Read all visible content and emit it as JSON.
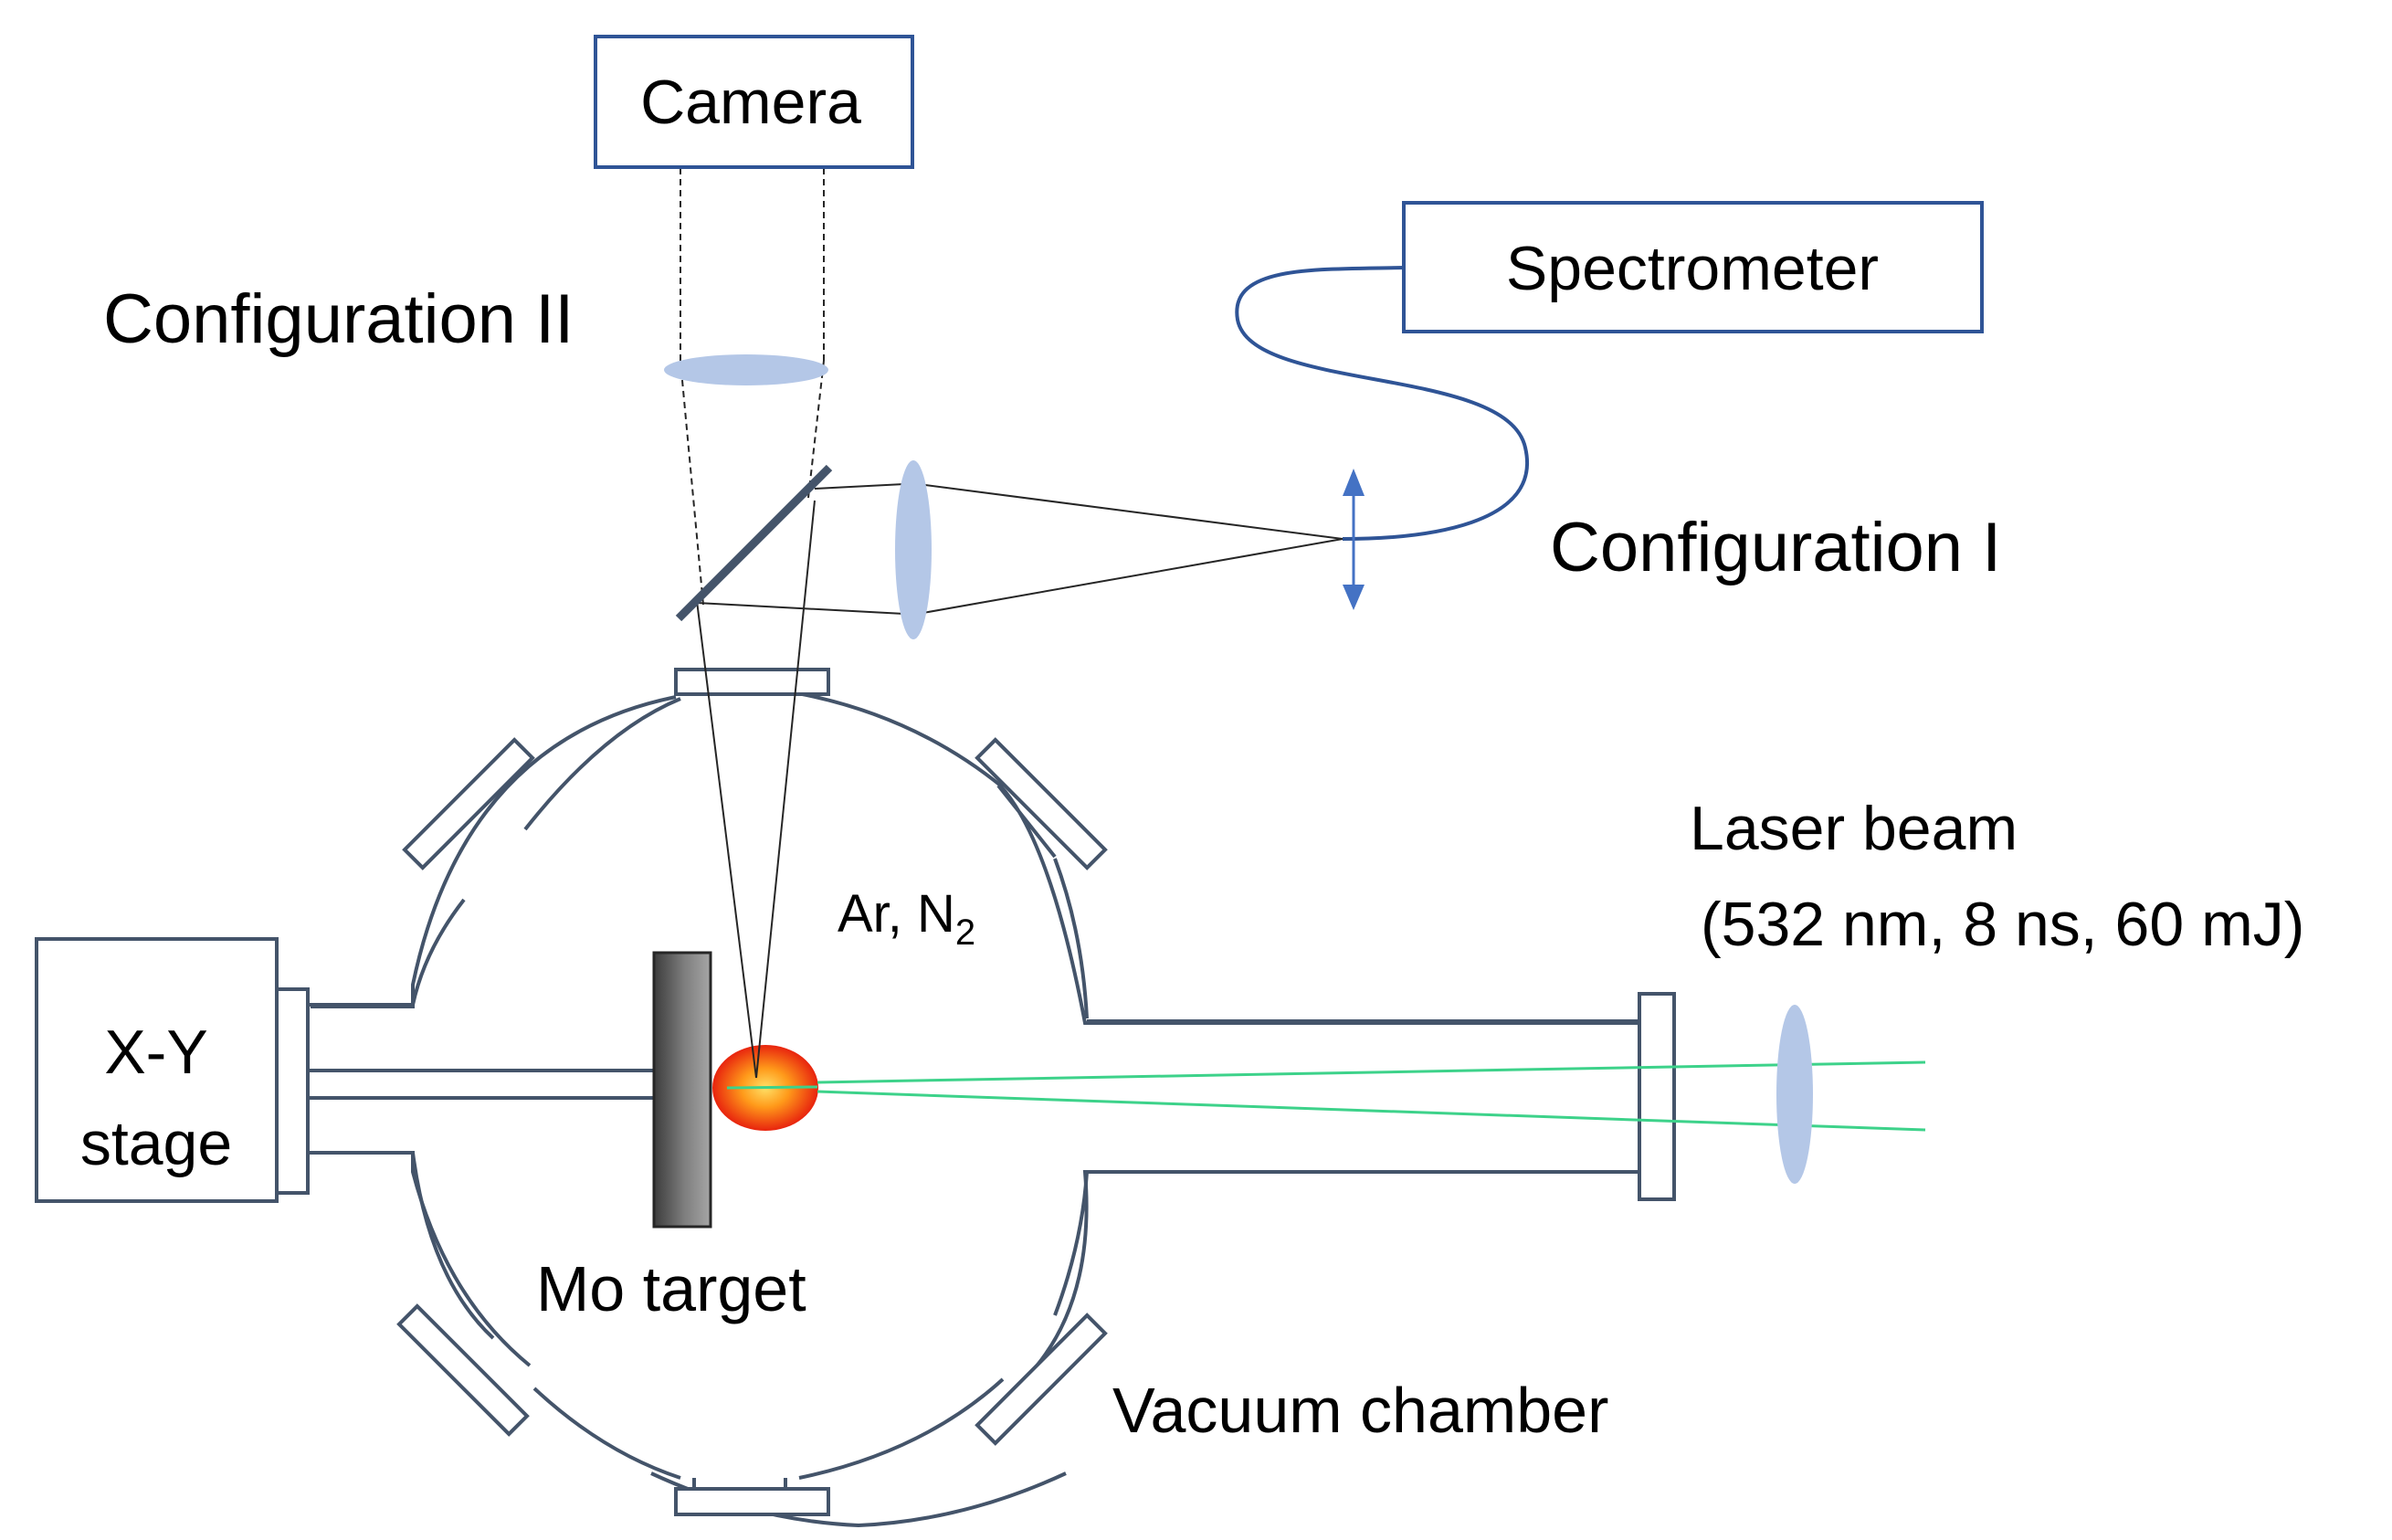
{
  "labels": {
    "camera": "Camera",
    "spectrometer": "Spectrometer",
    "configuration_2": "Configuration II",
    "configuration_1": "Configuration I",
    "gas_prefix": "Ar, N",
    "gas_subscript": "2",
    "laser_beam": "Laser beam",
    "laser_params": "(532 nm, 8 ns, 60 mJ)",
    "stage_line1": "X-Y",
    "stage_line2": "stage",
    "target": "Mo target",
    "chamber": "Vacuum chamber"
  },
  "colors": {
    "outline": "#44546a",
    "box_border": "#2f5496",
    "lens": "#b4c7e7",
    "fiber": "#2f5496",
    "arrow": "#4472c4",
    "laser": "#3dd28a",
    "target_dark": "#3c3c3c",
    "target_light": "#a6a6a6",
    "plasma_center": "#ffd54a",
    "plasma_edge": "#e8240e"
  }
}
